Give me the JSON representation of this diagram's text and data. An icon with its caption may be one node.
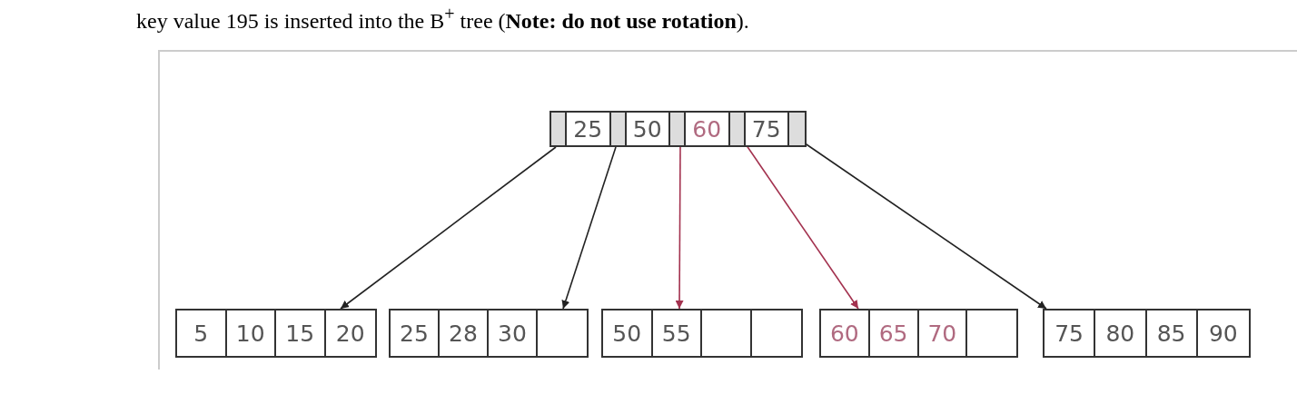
{
  "diagram": {
    "nodes": [
      {
        "text": [
          "25",
          "50",
          "60",
          "75"
        ]
      },
      {
        "text": [
          "5",
          "10",
          "15",
          "20"
        ]
      },
      {
        "text": [
          "25",
          "28",
          "30"
        ]
      },
      {
        "text": [
          "50",
          "55"
        ]
      },
      {
        "text": [
          "60",
          "65",
          "70"
        ]
      },
      {
        "text": [
          "75",
          "80",
          "85",
          "90"
        ]
      }
    ],
    "edges": [
      {
        "from": 0,
        "to": 1,
        "arrow": "to"
      },
      {
        "from": 0,
        "to": 2,
        "arrow": "to"
      },
      {
        "from": 0,
        "to": 3,
        "arrow": "to",
        "color": "#a3324f"
      },
      {
        "from": 0,
        "to": 4,
        "arrow": "to",
        "color": "#a3324f"
      },
      {
        "from": 0,
        "to": 5,
        "arrow": "to"
      }
    ],
    "labels": [
      "key value 195 is inserted into the B$^{+}$ tree (**Note: do not use rotation**)."
    ]
  }
}
